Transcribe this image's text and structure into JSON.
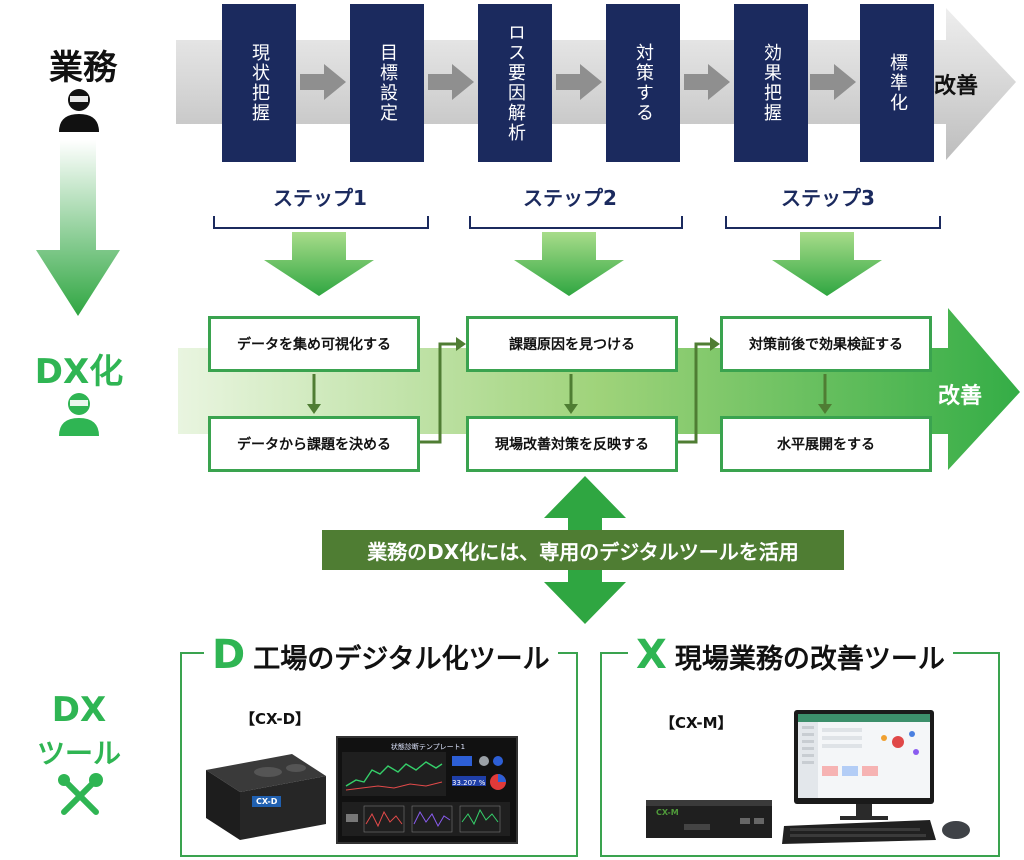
{
  "rows": {
    "gyomu": {
      "label": "業務"
    },
    "dx": {
      "label": "DX化"
    },
    "tool": {
      "label_line1": "DX",
      "label_line2": "ツール"
    }
  },
  "process": {
    "steps": [
      "現状把握",
      "目標設定",
      "ロス要因解析",
      "対策する",
      "効果把握",
      "標準化"
    ],
    "end_label": "改善",
    "groups": [
      "ステップ1",
      "ステップ2",
      "ステップ3"
    ]
  },
  "dx": {
    "boxes": [
      "データを集め可視化する",
      "データから課題を決める",
      "課題原因を見つける",
      "現場改善対策を反映する",
      "対策前後で効果検証する",
      "水平展開をする"
    ],
    "end_label": "改善"
  },
  "banner": "業務のDX化には、専用のデジタルツールを活用",
  "tools": {
    "d": {
      "letter": "D",
      "title": "工場のデジタル化ツール",
      "product": "【CX-D】",
      "device_label": "CX-D",
      "screen_title": "状態診断テンプレート1",
      "readout": "33.207 %"
    },
    "x": {
      "letter": "X",
      "title": "現場業務の改善ツール",
      "product": "【CX-M】",
      "device_label": "CX-M"
    }
  },
  "colors": {
    "navy": "#1b2a5e",
    "green": "#2fb553",
    "dark_green": "#4f7d33",
    "gray_arrow": "#d4d4d4"
  }
}
